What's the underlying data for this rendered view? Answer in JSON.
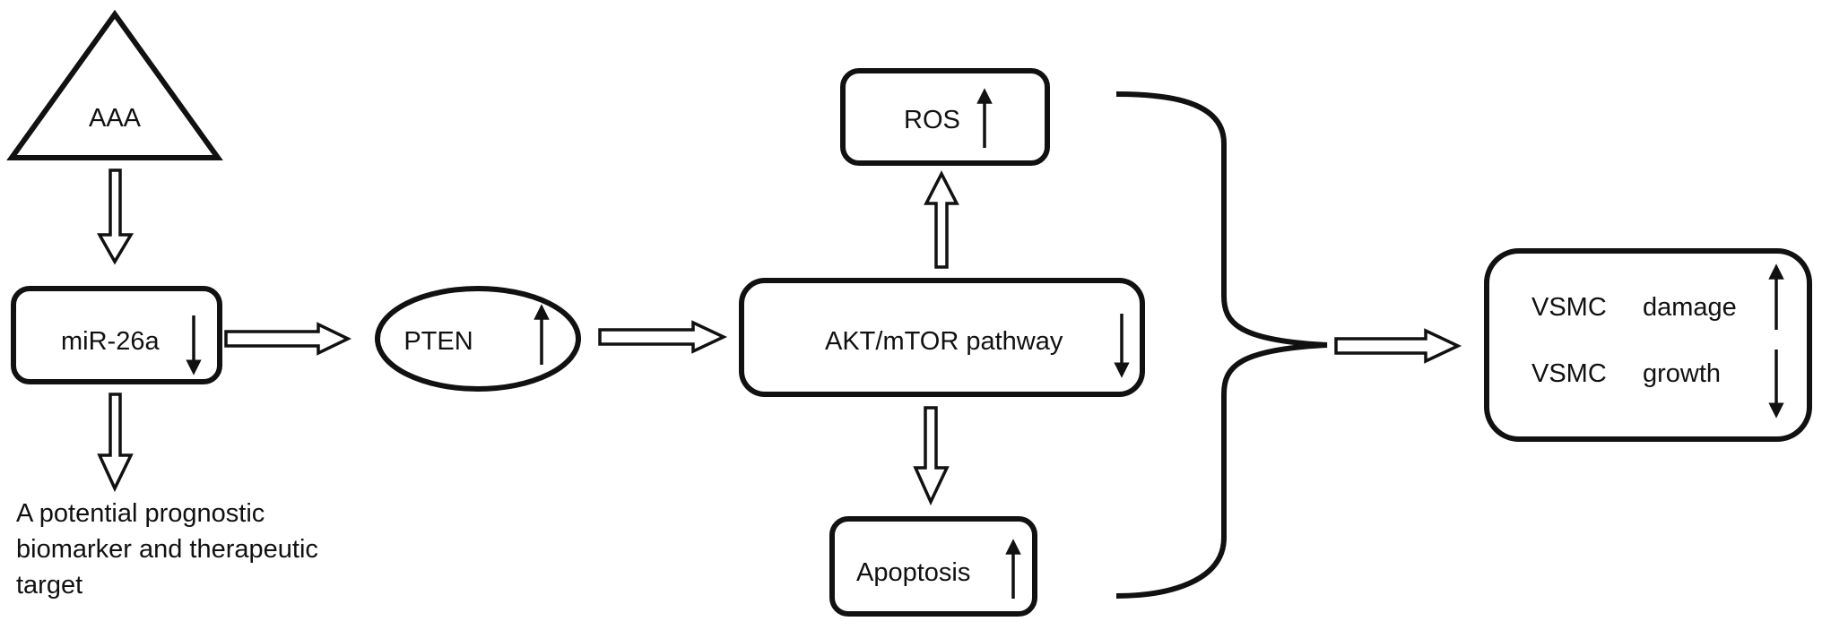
{
  "nodes": {
    "aaa": {
      "label": "AAA"
    },
    "mir26a": {
      "label": "miR-26a",
      "trend": "down"
    },
    "pten": {
      "label": "PTEN",
      "trend": "up"
    },
    "akt": {
      "label": "AKT/mTOR pathway",
      "trend": "down"
    },
    "ros": {
      "label": "ROS",
      "trend": "up"
    },
    "apoptosis": {
      "label": "Apoptosis",
      "trend": "up"
    },
    "vsmc_damage": {
      "cell": "VSMC",
      "label": "damage",
      "trend": "up"
    },
    "vsmc_growth": {
      "cell": "VSMC",
      "label": "growth",
      "trend": "down"
    }
  },
  "note": {
    "lines": [
      "A potential prognostic",
      "biomarker and therapeutic",
      "target"
    ]
  },
  "colors": {
    "stroke": "#111111",
    "background": "#ffffff"
  }
}
